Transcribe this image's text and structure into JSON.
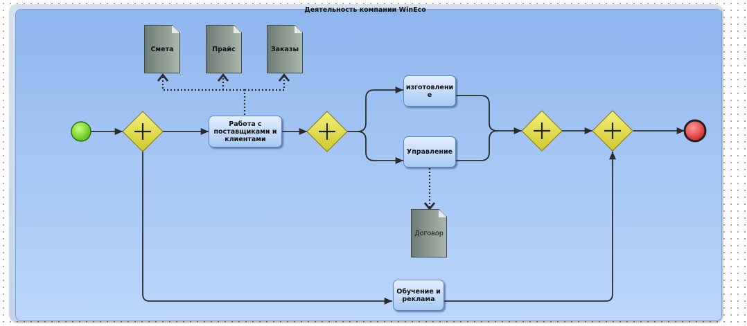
{
  "pool": {
    "title": "Деятельность компании WinEco"
  },
  "tasks": {
    "suppliers": "Работа с поставщиками и клиентами",
    "manufacturing_line1": "изготовлени",
    "manufacturing_line2": "е",
    "management": "Управление",
    "training_line1": "Обучение и",
    "training_line2": "реклама"
  },
  "documents": {
    "estimate": "Смета",
    "price": "Прайс",
    "orders": "Заказы",
    "contract": "Договор"
  },
  "colors": {
    "start_event": "#66cc22",
    "end_event": "#e03030",
    "gateway": "#e6e24a",
    "task_fill": "#b4d2f6",
    "document_fill": "#8e9c94",
    "lane_fill": "#a9c8f6"
  },
  "icons": {
    "gateway": "plus-icon",
    "document": "folded-page-icon"
  }
}
